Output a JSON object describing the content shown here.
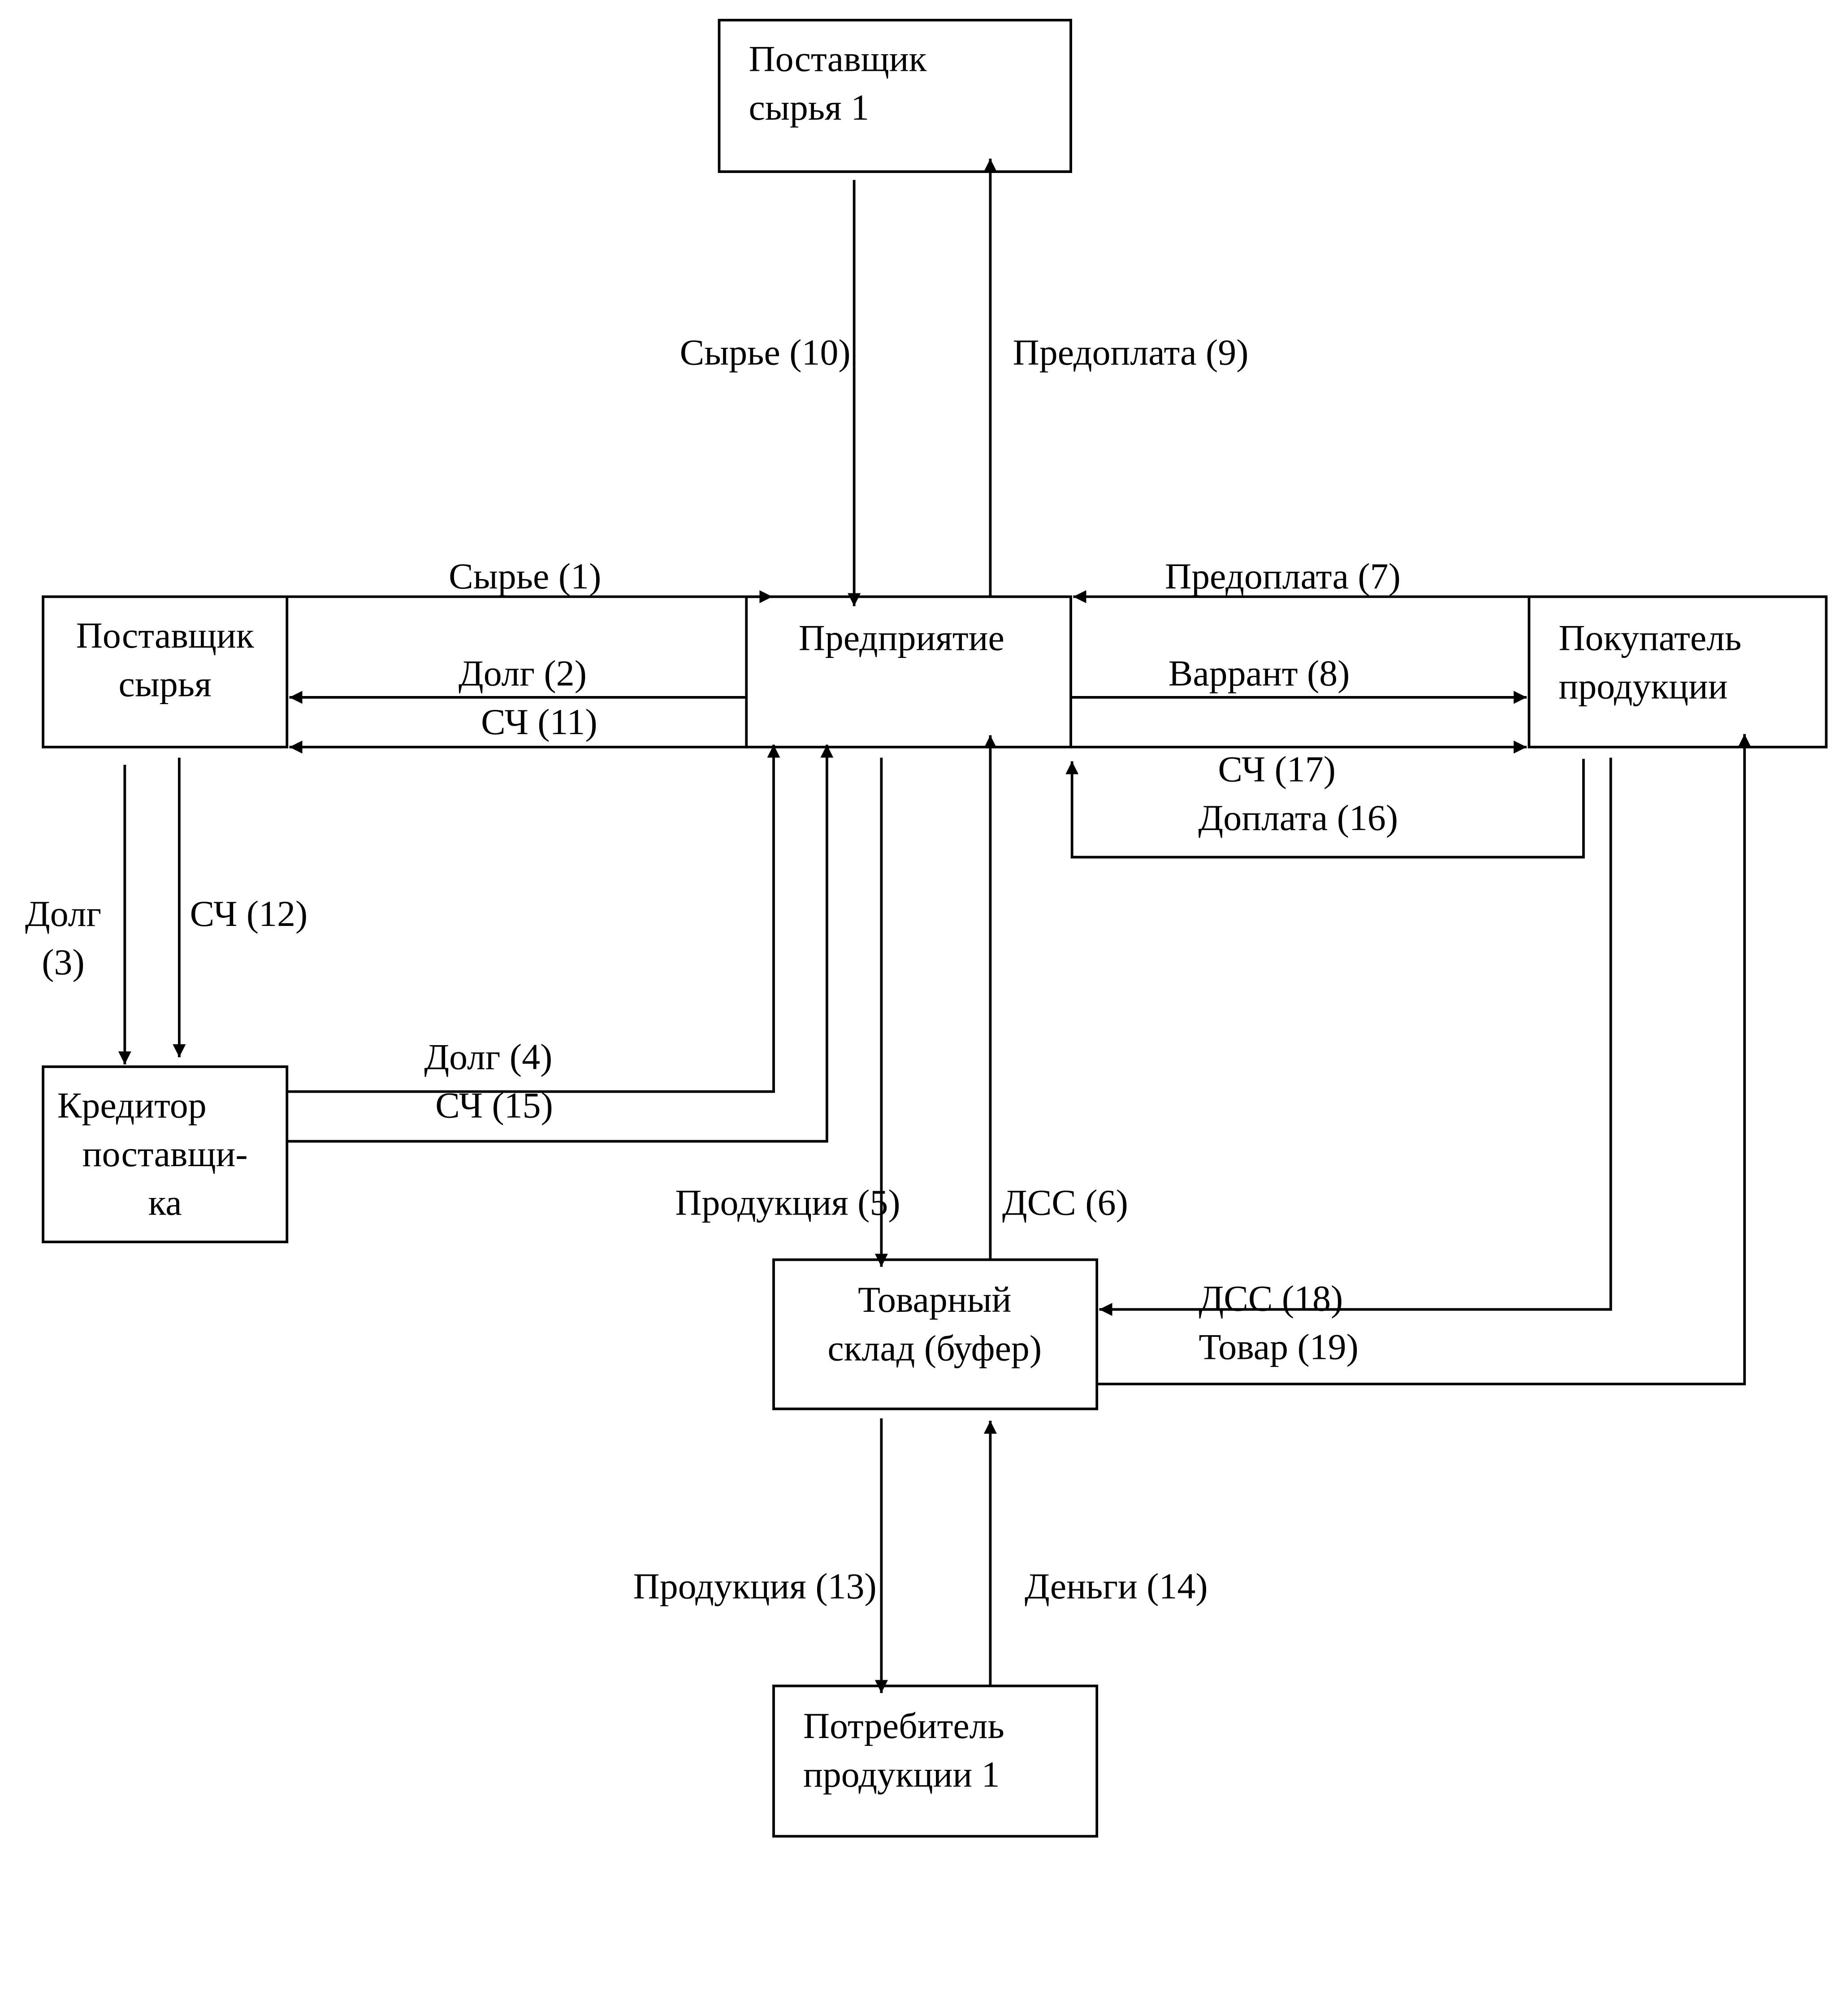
{
  "nodes": {
    "supplier1": {
      "line1": "Поставщик",
      "line2": "сырья 1"
    },
    "supplier": {
      "line1": "Поставщик",
      "line2": "сырья"
    },
    "enterprise": {
      "line1": "Предприятие"
    },
    "buyer": {
      "line1": "Покупатель",
      "line2": "продукции"
    },
    "creditor": {
      "line1": "Кредитор",
      "line2": "поставщи-",
      "line3": "ка"
    },
    "warehouse": {
      "line1": "Товарный",
      "line2": "склад (буфер)"
    },
    "consumer": {
      "line1": "Потребитель",
      "line2": "продукции 1"
    }
  },
  "flows": {
    "f1": "Сырье (1)",
    "f2": "Долг (2)",
    "f3_line1": "Долг",
    "f3_line2": "(3)",
    "f4": "Долг (4)",
    "f5": "Продукция (5)",
    "f6": "ДСС (6)",
    "f7": "Предоплата (7)",
    "f8": "Варрант (8)",
    "f9": "Предоплата (9)",
    "f10": "Сырье (10)",
    "f11": "СЧ (11)",
    "f12": "СЧ (12)",
    "f13": "Продукция (13)",
    "f14": "Деньги (14)",
    "f15": "СЧ (15)",
    "f16": "Доплата (16)",
    "f17": "СЧ (17)",
    "f18": "ДСС (18)",
    "f19": "Товар (19)"
  }
}
